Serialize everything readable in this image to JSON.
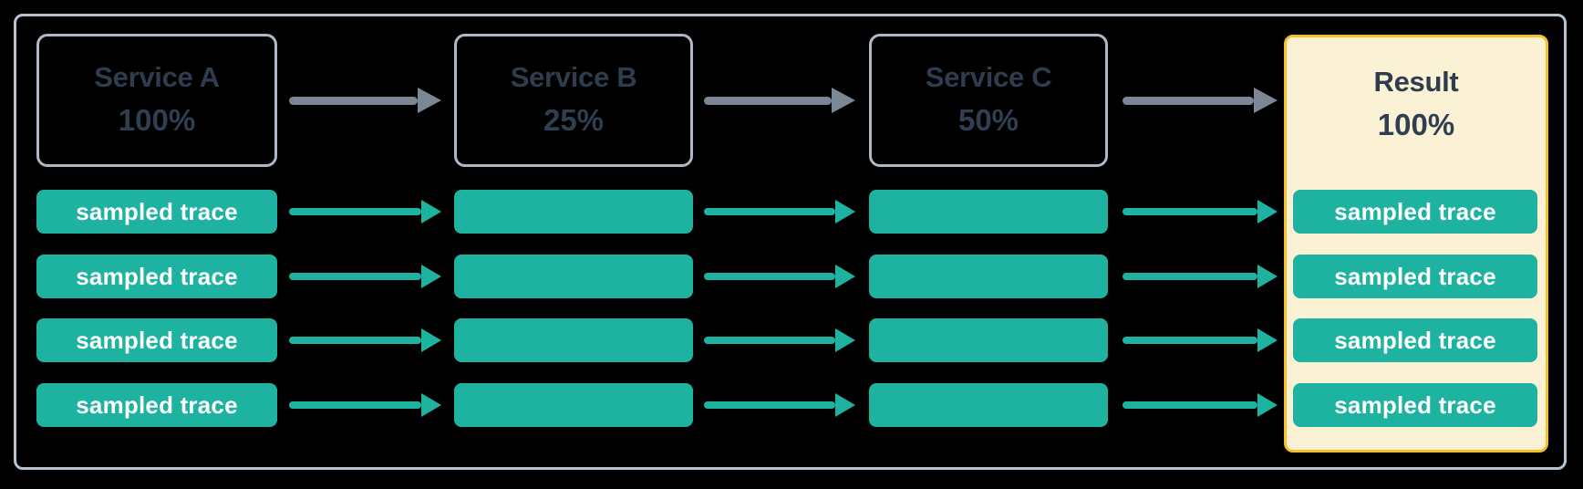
{
  "diagram": {
    "services": [
      {
        "name": "Service A",
        "rate": "100%"
      },
      {
        "name": "Service B",
        "rate": "25%"
      },
      {
        "name": "Service C",
        "rate": "50%"
      }
    ],
    "result": {
      "name": "Result",
      "rate": "100%"
    },
    "trace_label": "sampled trace",
    "rows": 4,
    "colors": {
      "background": "#000000",
      "frame_border": "#b9c3ce",
      "service_box_border": "#aeb9c5",
      "text_navy": "#2e3c4d",
      "trace_teal": "#1eb2a1",
      "flow_arrow_gray": "#7b8794",
      "result_background": "#fbf1d4",
      "result_border": "#f5c22e",
      "trace_text": "#ffffff"
    }
  }
}
